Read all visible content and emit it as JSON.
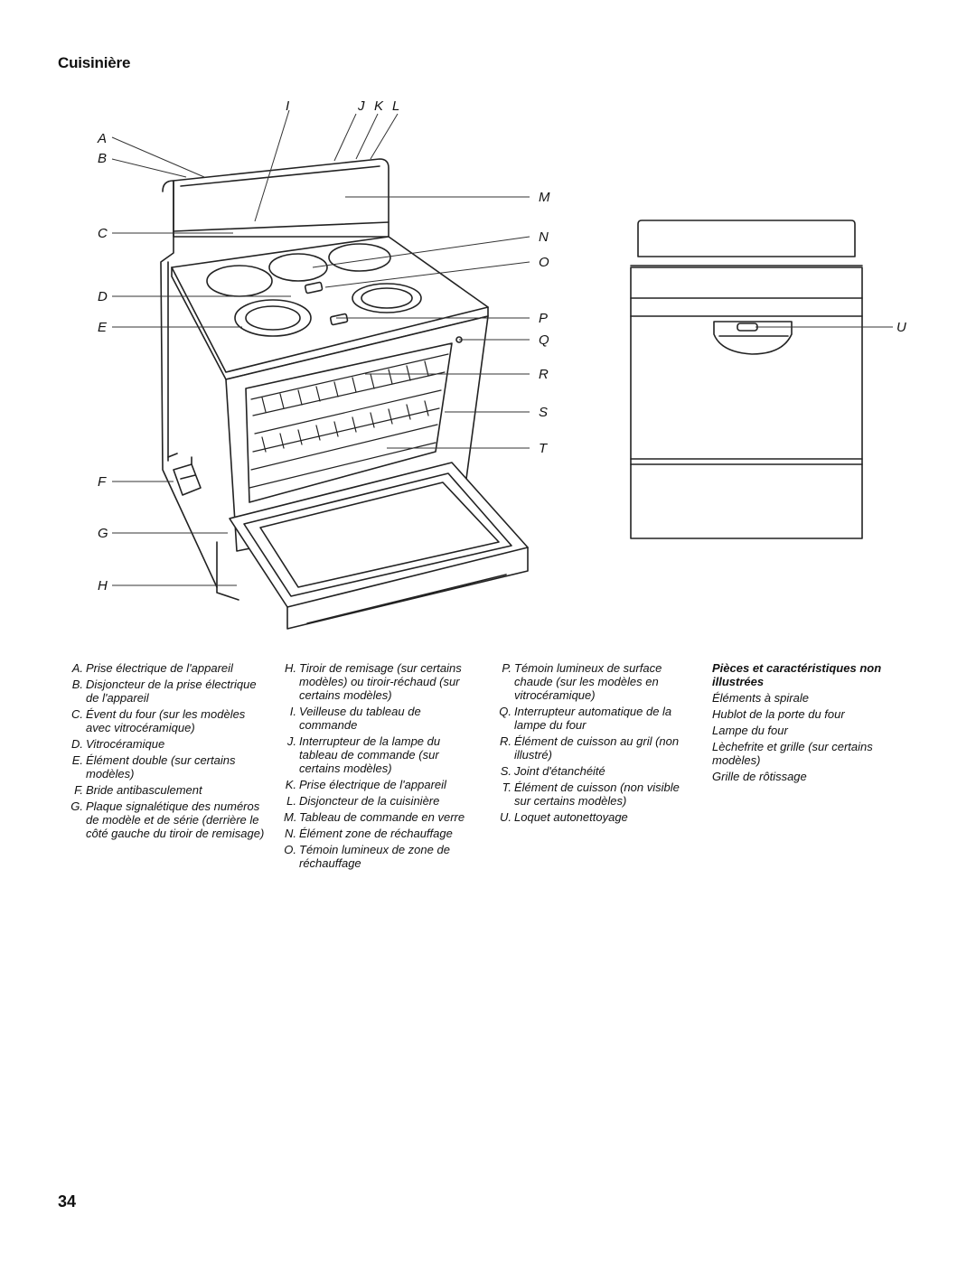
{
  "page": {
    "title": "Cuisinière",
    "page_number": "34"
  },
  "diagram": {
    "callouts": [
      "A",
      "B",
      "C",
      "D",
      "E",
      "F",
      "G",
      "H",
      "I",
      "J",
      "K",
      "L",
      "M",
      "N",
      "O",
      "P",
      "Q",
      "R",
      "S",
      "T",
      "U"
    ]
  },
  "legend": {
    "col1": [
      {
        "key": "A.",
        "text": "Prise électrique de l'appareil"
      },
      {
        "key": "B.",
        "text": "Disjoncteur de la prise électrique de l'appareil"
      },
      {
        "key": "C.",
        "text": "Évent du four (sur les modèles avec vitrocéramique)"
      },
      {
        "key": "D.",
        "text": "Vitrocéramique"
      },
      {
        "key": "E.",
        "text": "Élément double (sur certains modèles)"
      },
      {
        "key": "F.",
        "text": "Bride antibasculement"
      },
      {
        "key": "G.",
        "text": "Plaque signalétique des numéros de modèle et de série (derrière le côté gauche du tiroir de remisage)"
      }
    ],
    "col2": [
      {
        "key": "H.",
        "text": "Tiroir de remisage (sur certains modèles) ou tiroir-réchaud (sur certains modèles)"
      },
      {
        "key": "I.",
        "text": "Veilleuse du tableau de commande"
      },
      {
        "key": "J.",
        "text": "Interrupteur de la lampe du tableau de commande (sur certains modèles)"
      },
      {
        "key": "K.",
        "text": "Prise électrique de l'appareil"
      },
      {
        "key": "L.",
        "text": "Disjoncteur de la cuisinière"
      },
      {
        "key": "M.",
        "text": "Tableau de commande en verre"
      },
      {
        "key": "N.",
        "text": "Élément zone de réchauffage"
      },
      {
        "key": "O.",
        "text": "Témoin lumineux de zone de réchauffage"
      }
    ],
    "col3": [
      {
        "key": "P.",
        "text": "Témoin lumineux de surface chaude (sur les modèles en vitrocéramique)"
      },
      {
        "key": "Q.",
        "text": "Interrupteur automatique de la lampe du four"
      },
      {
        "key": "R.",
        "text": "Élément de cuisson au gril (non illustré)"
      },
      {
        "key": "S.",
        "text": "Joint d'étanchéité"
      },
      {
        "key": "T.",
        "text": "Élément de cuisson (non visible sur certains modèles)"
      },
      {
        "key": "U.",
        "text": "Loquet autonettoyage"
      }
    ],
    "col4": {
      "heading": "Pièces et caractéristiques non illustrées",
      "items": [
        "Éléments à spirale",
        "Hublot de la porte du four",
        "Lampe du four",
        "Lèchefrite et grille (sur certains modèles)",
        "Grille de rôtissage"
      ]
    }
  }
}
